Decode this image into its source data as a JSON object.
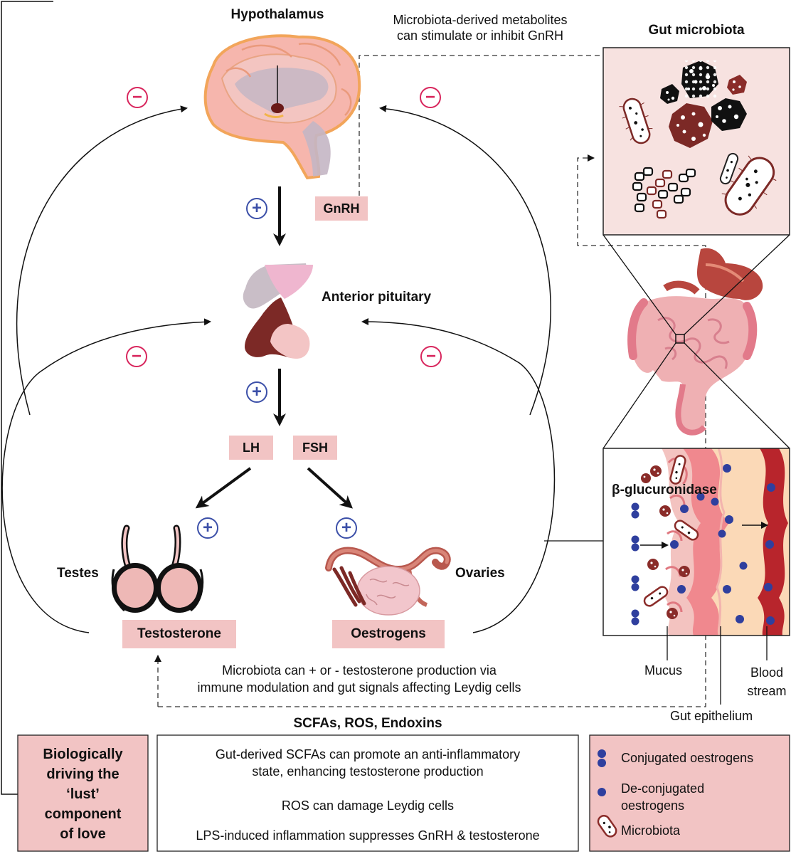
{
  "labels": {
    "hypothalamus": "Hypothalamus",
    "anterior_pituitary": "Anterior pituitary",
    "gut_microbiota": "Gut microbiota",
    "testes": "Testes",
    "ovaries": "Ovaries",
    "beta_glucuronidase": "β-glucuronidase",
    "mucus": "Mucus",
    "blood": "Blood",
    "stream": "stream",
    "gut_epithelium": "Gut epithelium"
  },
  "hormones": {
    "gnrh": "GnRH",
    "lh": "LH",
    "fsh": "FSH",
    "testosterone": "Testosterone",
    "oestrogens": "Oestrogens"
  },
  "signs": {
    "minus": "−",
    "plus": "+"
  },
  "annotations": {
    "metabolites_line1": "Microbiota-derived metabolites",
    "metabolites_line2": "can stimulate or inhibit GnRH",
    "microbiota_line1": "Microbiota can + or - testosterone production via",
    "microbiota_line2": "immune modulation and gut signals affecting Leydig cells"
  },
  "bottom": {
    "scfa_title": "SCFAs, ROS, Endoxins",
    "lust_lines": [
      "Biologically",
      "driving the",
      "‘lust’",
      "component",
      "of love"
    ],
    "scfa_text1": "Gut-derived SCFAs can promote an anti-inflammatory",
    "scfa_text2": "state, enhancing testosterone production",
    "ros_text": "ROS can damage Leydig cells",
    "lps_text": "LPS-induced inflammation suppresses GnRH & testosterone"
  },
  "legend": {
    "conjugated": "Conjugated oestrogens",
    "deconjugated_line1": "De-conjugated",
    "deconjugated_line2": "oestrogens",
    "microbiota": "Microbiota"
  },
  "colors": {
    "pink_box": "#f2c4c4",
    "minus": "#d8265d",
    "plus": "#3b4fa8",
    "oestrogen_dot": "#2f3f9e",
    "blood": "#b8252c",
    "panel_bg": "#f7e2e0"
  }
}
